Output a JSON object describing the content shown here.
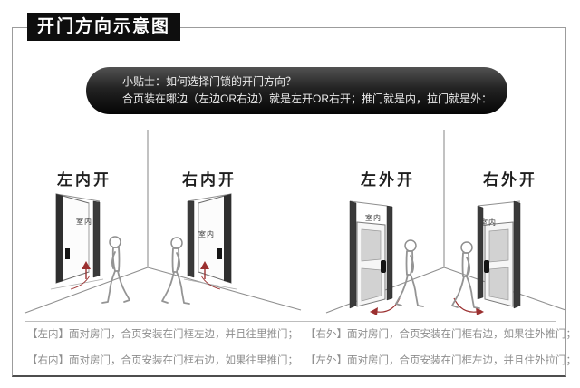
{
  "page": {
    "title": "开门方向示意图"
  },
  "tip": {
    "line1": "小贴士：如何选择门锁的开门方向？",
    "line2": "合页装在哪边（左边OR右边）就是左开OR右开；推门就是内，拉门就是外："
  },
  "panels": [
    {
      "label": "左内开",
      "room": "室内"
    },
    {
      "label": "右内开",
      "room": "室内"
    },
    {
      "label": "左外开",
      "room": "室内"
    },
    {
      "label": "右外开",
      "room": "室内"
    }
  ],
  "captions": [
    "【左内】面对房门，合页安装在门框左边，并且往里推门；",
    "【右外】面对房门，合页安装在门框右边，如果往外推门；",
    "【右内】面对房门，合页安装在门框右边，如果往里推门；",
    "【左外】面对房门，合页安装在门框左边，并且住外拉门；"
  ],
  "colors": {
    "arrow_red": "#9b3030",
    "line_gray": "#8f8f8f",
    "frame_dark": "#3a3a3a",
    "tip_background": "#1a1a1a",
    "title_background": "#0e0e0e"
  }
}
